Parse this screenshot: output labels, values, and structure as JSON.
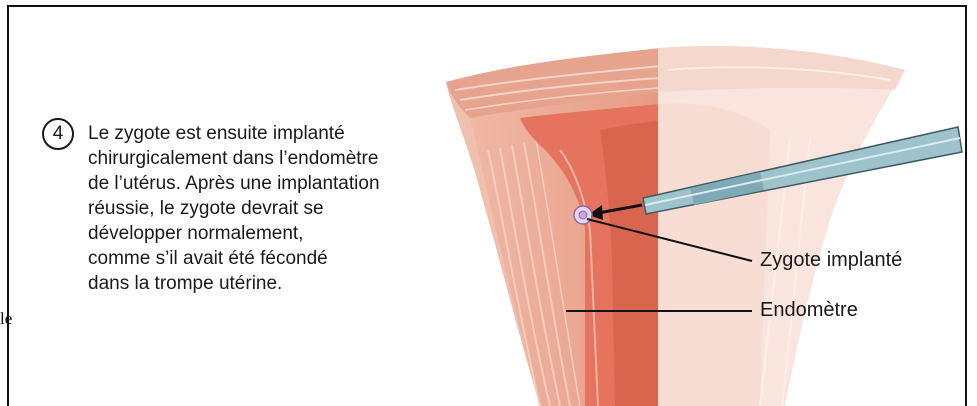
{
  "step": {
    "number": "4",
    "lines": [
      "Le zygote est ensuite implanté",
      "chirurgicalement dans l’endomètre",
      "de l’utérus. Après une implantation",
      "réussie, le zygote devrait se",
      "développer normalement,",
      "comme s’il avait été fécondé",
      "dans la trompe utérine."
    ]
  },
  "callouts": {
    "zygote": "Zygote implanté",
    "endometrium": "Endomètre"
  },
  "edge_fragment": "le",
  "colors": {
    "uterus_outer": "#f2c3b2",
    "uterus_muscle": "#e6a08a",
    "endometrium": "#e5735e",
    "endometrium_deep": "#d9654f",
    "faded_half": "#f8e3db",
    "catheter": "#9ec3cd",
    "zygote": "#c9a6d8",
    "ink": "#1a1a1a"
  },
  "icons": {
    "catheter": "catheter-icon",
    "zygote": "zygote-icon"
  }
}
